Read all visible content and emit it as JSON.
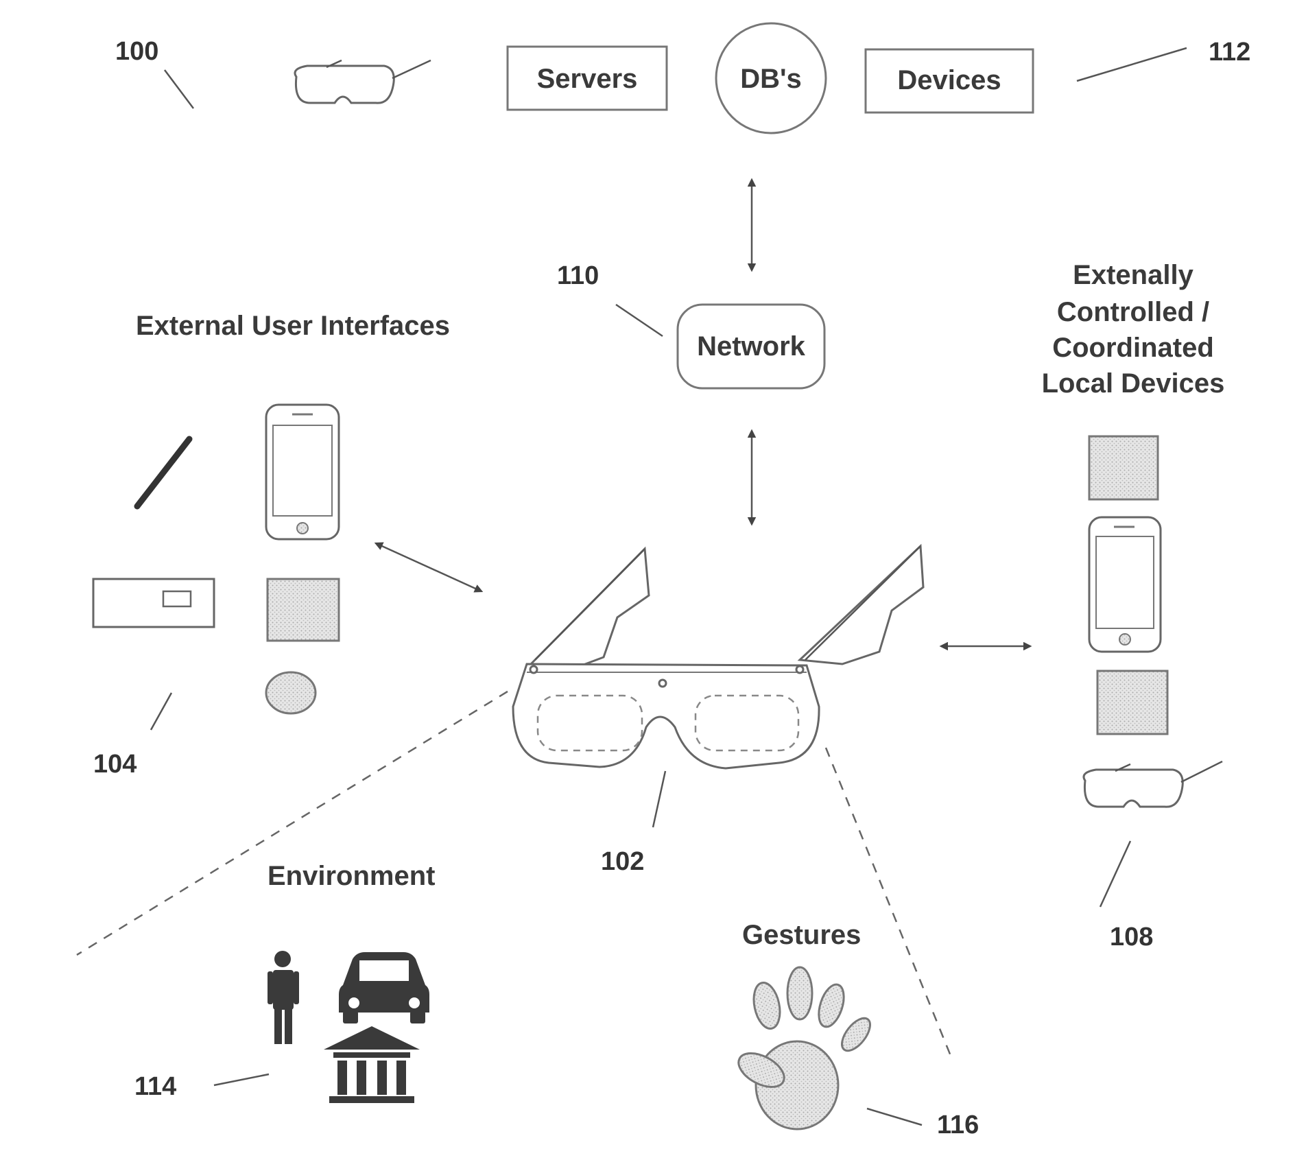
{
  "diagram": {
    "nodes": {
      "servers": "Servers",
      "dbs": "DB's",
      "devices": "Devices",
      "network": "Network"
    },
    "labels": {
      "external_user_interfaces": "External User Interfaces",
      "ext_controlled_1": "Extenally",
      "ext_controlled_2": "Controlled /",
      "ext_controlled_3": "Coordinated",
      "ext_controlled_4": "Local Devices",
      "environment": "Environment",
      "gestures": "Gestures"
    },
    "reference_numbers": {
      "r100": "100",
      "r102": "102",
      "r104": "104",
      "r108": "108",
      "r110": "110",
      "r112": "112",
      "r114": "114",
      "r116": "116"
    },
    "icons": [
      "goggles-icon",
      "stylus-icon",
      "smartphone-icon",
      "keyboard-icon",
      "tablet-icon",
      "mouse-icon",
      "eyeglasses-icon",
      "person-icon",
      "car-icon",
      "bank-icon",
      "hand-icon"
    ]
  }
}
